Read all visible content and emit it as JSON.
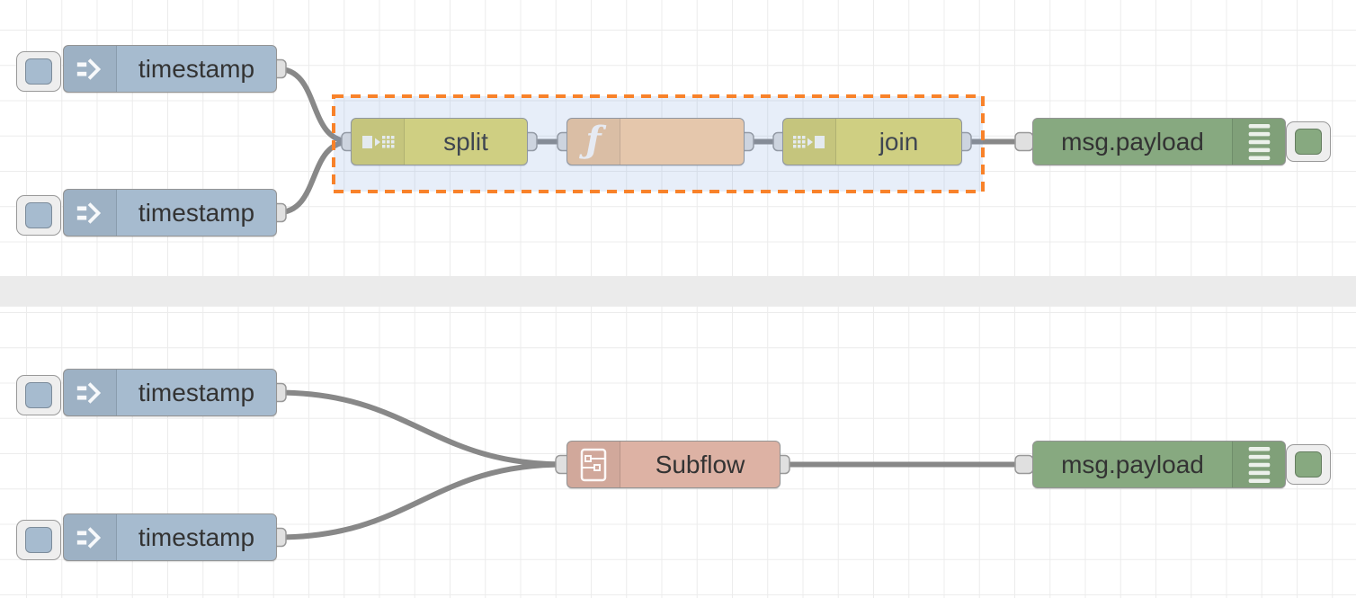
{
  "canvas": {
    "grid_color": "#ececec",
    "divider_color": "#ebebeb",
    "background_color": "#ffffff"
  },
  "palette": {
    "inject_color": "#a6bbcf",
    "split_join_color": "#e2d96e",
    "function_color": "#fdd0a2",
    "debug_color": "#87a980",
    "subflow_color": "#ddb2a4",
    "wire_color": "#888888",
    "port_color": "#e0e0e0",
    "selection_border_color": "#f8822a",
    "selection_fill_color": "#e7effa"
  },
  "icons": {
    "inject": "arrow-right-icon",
    "split": "split-blocks-icon",
    "function": "italic-f-icon",
    "join": "join-blocks-icon",
    "debug": "list-lines-icon",
    "subflow": "subflow-diagram-icon"
  },
  "nodes": {
    "inject1": {
      "label": "timestamp"
    },
    "inject2": {
      "label": "timestamp"
    },
    "inject3": {
      "label": "timestamp"
    },
    "inject4": {
      "label": "timestamp"
    },
    "split": {
      "label": "split"
    },
    "function": {
      "label": ""
    },
    "join": {
      "label": "join"
    },
    "debug1": {
      "label": "msg.payload"
    },
    "debug2": {
      "label": "msg.payload"
    },
    "subflow": {
      "label": "Subflow"
    }
  }
}
